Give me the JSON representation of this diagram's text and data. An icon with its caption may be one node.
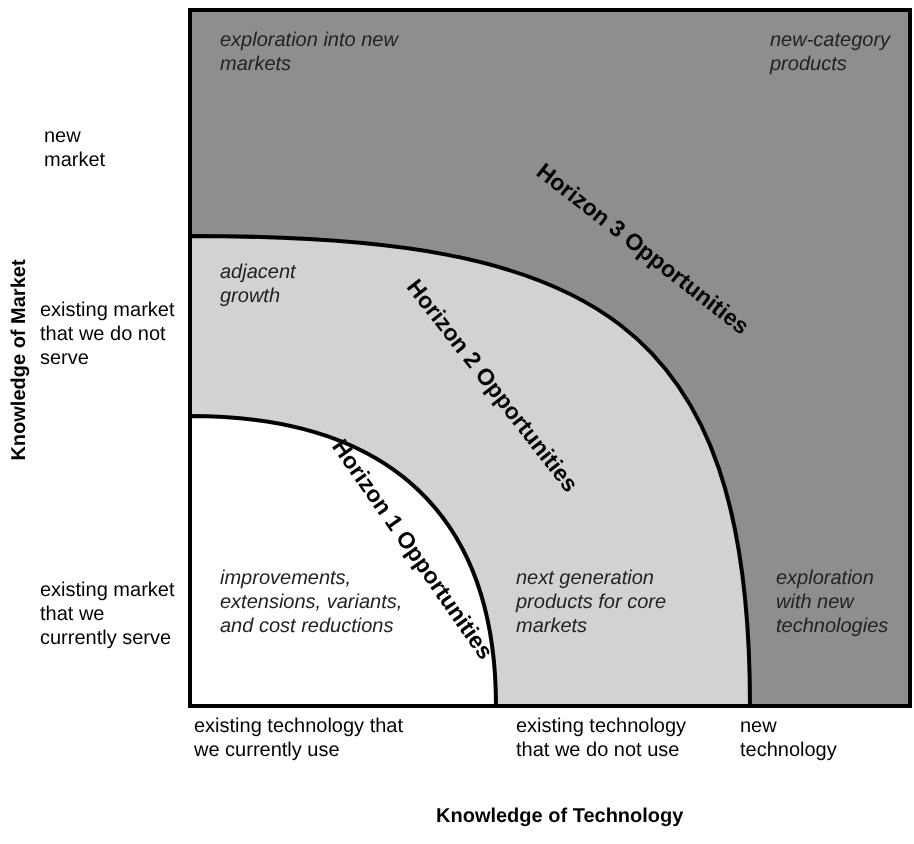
{
  "diagram": {
    "nodes": [
      {
        "text": [
          "Horizon 3 Opportunities"
        ]
      },
      {
        "text": [
          "Horizon 2 Opportunities"
        ],
        "in": 0
      },
      {
        "text": [
          "Horizon 1 Opportunities"
        ],
        "in": 1
      }
    ],
    "labels": [
      "exploration into new markets",
      "new-category products",
      "adjacent growth",
      "improvements, extensions, variants, and cost reductions",
      "next generation products for core markets",
      "exploration with new technologies",
      "new market",
      "existing market that we do not serve",
      "existing market that we currently serve",
      "Knowledge of Market",
      "existing technology that we currently use",
      "existing technology that we do not use",
      "new technology",
      "Knowledge of Technology"
    ]
  }
}
